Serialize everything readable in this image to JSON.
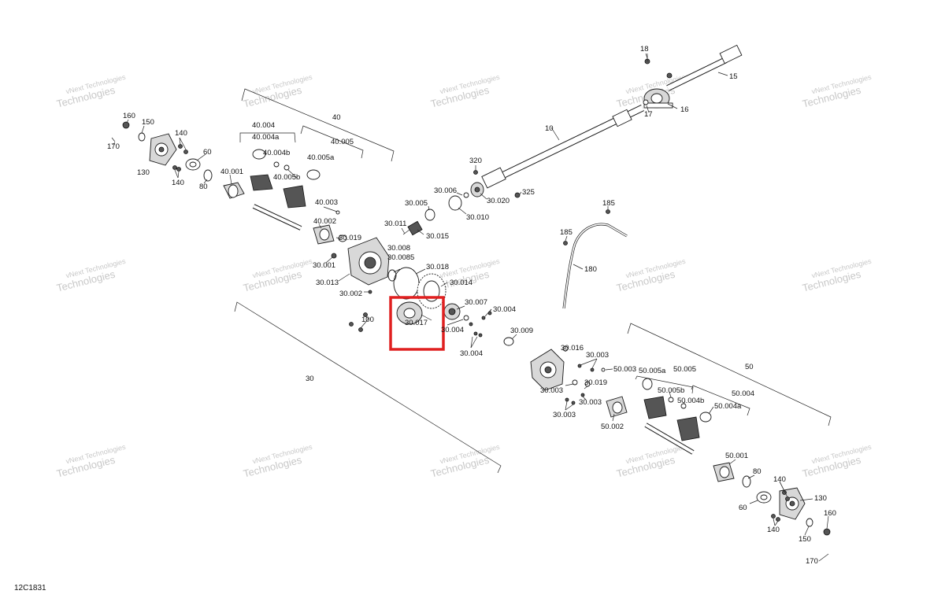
{
  "diagram": {
    "reference_code": "12C1831",
    "highlight_color": "#e02020",
    "watermark": {
      "line1": "vNext Technologies",
      "line2": "Technologies"
    },
    "labels": {
      "l160a": "160",
      "l150a": "150",
      "l170a": "170",
      "l140a": "140",
      "l140b": "140",
      "l130a": "130",
      "l60a": "60",
      "l80a": "80",
      "l40004": "40.004",
      "l40": "40",
      "l40004a": "40.004a",
      "l40005": "40.005",
      "l40004b": "40.004b",
      "l40005a": "40.005a",
      "l40001": "40.001",
      "l40005b": "40.005b",
      "l40003": "40.003",
      "l40002": "40.002",
      "l30019": "30.019",
      "l30001": "30.001",
      "l30013": "30.013",
      "l30002": "30.002",
      "l100": "100",
      "l30011": "30.011",
      "l30015": "30.015",
      "l30005": "30.005",
      "l30006": "30.006",
      "l30010": "30.010",
      "l30020": "30.020",
      "l320": "320",
      "l325": "325",
      "l30008": "30.008",
      "l300085": "30.0085",
      "l30018": "30.018",
      "l30014": "30.014",
      "l30017": "30.017",
      "l30007": "30.007",
      "l30004a": "30.004",
      "l30004b": "30.004",
      "l30004c": "30.004",
      "l30009": "30.009",
      "l30": "30",
      "l10": "10",
      "l15": "15",
      "l16": "16",
      "l17": "17",
      "l18": "18",
      "l185a": "185",
      "l185b": "185",
      "l180": "180",
      "l30016": "30.016",
      "l30003a": "30.003",
      "l50003": "50.003",
      "l50005a": "50.005a",
      "l50005": "50.005",
      "l50": "50",
      "l30003b": "30.003",
      "l30019b": "30.019",
      "l30003c": "30.003",
      "l50005b": "50.005b",
      "l50004": "50.004",
      "l50004b": "50.004b",
      "l50004a": "50.004a",
      "l30003d": "30.003",
      "l50002": "50.002",
      "l50001": "50.001",
      "l80b": "80",
      "l140c": "140",
      "l130b": "130",
      "l60b": "60",
      "l140d": "140",
      "l160b": "160",
      "l150b": "150",
      "l170b": "170"
    }
  }
}
